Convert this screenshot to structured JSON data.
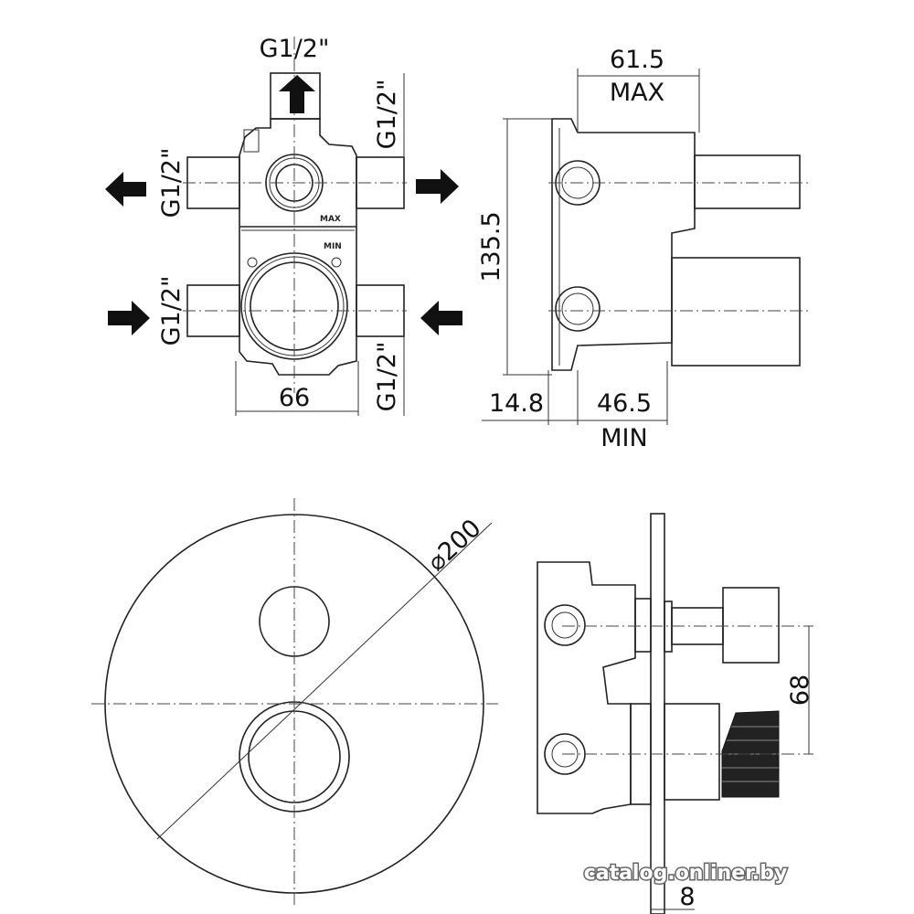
{
  "front_view": {
    "inlet_top_label": "G1/2\"",
    "left_top_label": "G1/2\"",
    "left_bottom_label": "G1/2\"",
    "right_top_label": "G1/2\"",
    "right_bottom_label": "G1/2\"",
    "width_dim": "66",
    "max_mark": "MAX",
    "min_mark": "MIN"
  },
  "side_view": {
    "height_dim": "135.5",
    "depth_max_dim": "61.5",
    "max_label": "MAX",
    "offset_dim": "14.8",
    "depth_min_dim": "46.5",
    "min_label": "MIN"
  },
  "plate_view": {
    "diameter_dim": "⌀200"
  },
  "assembly_view": {
    "spacing_dim": "68",
    "plate_thickness_dim": "8"
  },
  "watermark": "catalog.onliner.by"
}
